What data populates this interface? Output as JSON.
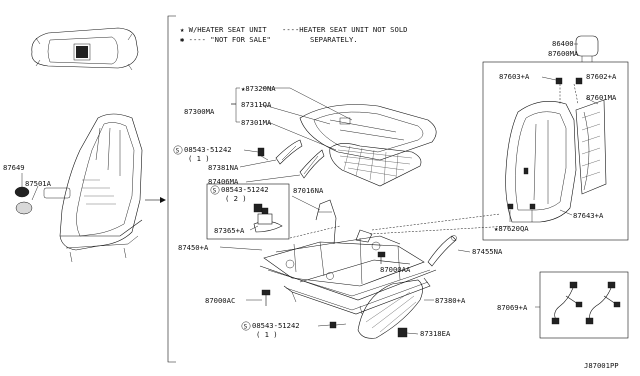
{
  "legend": {
    "star_line": "★ W/HEATER SEAT UNIT",
    "asterisk_line": "✱ ---- \"NOT FOR SALE\"",
    "note_line1": "----HEATER SEAT UNIT NOT SOLD",
    "note_line2": "SEPARATELY."
  },
  "labels": {
    "p87649": "87649",
    "p87501A": "87501A",
    "p87320NA": "★87320NA",
    "p87300MA": "87300MA",
    "p87311QA": "87311QA",
    "p87301MA": "87301MA",
    "bolt1": "08543-51242",
    "bolt1_qty": "( 1 )",
    "p87381NA": "87381NA",
    "p87406MA": "87406MA",
    "bolt2": "08543-51242",
    "bolt2_qty": "( 2 )",
    "p87016NA": "87016NA",
    "p87365A": "87365+A",
    "p87450A": "87450+A",
    "p87000AA": "87000AA",
    "p87455NA": "87455NA",
    "p87000AC": "87000AC",
    "p87380A": "87380+A",
    "bolt3": "08543-51242",
    "bolt3_qty": "( 1 )",
    "p87318EA": "87318EA",
    "p86400": "86400",
    "p87600MA": "87600MA",
    "p87603A": "87603+A",
    "p87602A": "87602+A",
    "p87601MA": "87601MA",
    "p87643A": "87643+A",
    "p87620QA": "★87620QA",
    "p87069A": "87069+A",
    "diagram_id": "J87001PP"
  },
  "icons": {
    "bolt_circle": "S"
  }
}
